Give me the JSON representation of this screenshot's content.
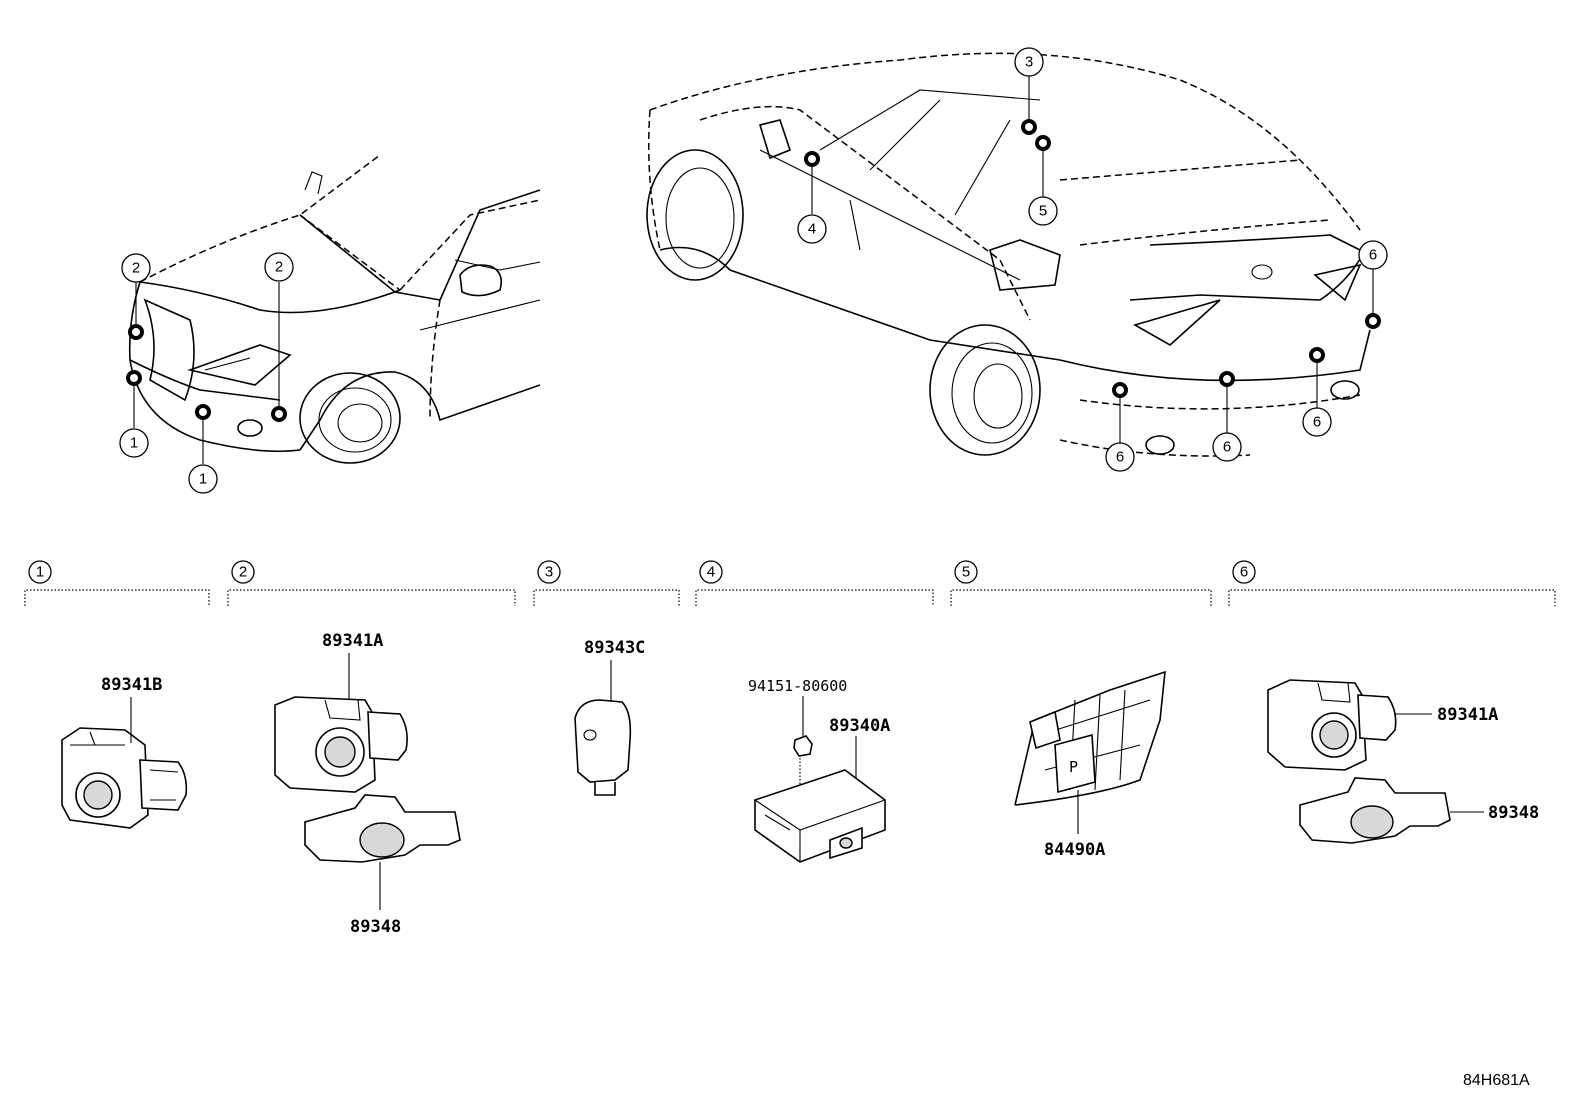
{
  "diagram_code": "84H681A",
  "callout_numbers": [
    "1",
    "2",
    "3",
    "4",
    "5",
    "6"
  ],
  "groups": [
    {
      "id": "1",
      "parts": [
        "89341B"
      ]
    },
    {
      "id": "2",
      "parts": [
        "89341A",
        "89348"
      ]
    },
    {
      "id": "3",
      "parts": [
        "89343C"
      ]
    },
    {
      "id": "4",
      "parts": [
        "94151-80600",
        "89340A"
      ]
    },
    {
      "id": "5",
      "parts": [
        "84490A"
      ],
      "switch_label": "P"
    },
    {
      "id": "6",
      "parts": [
        "89341A",
        "89348"
      ]
    }
  ]
}
